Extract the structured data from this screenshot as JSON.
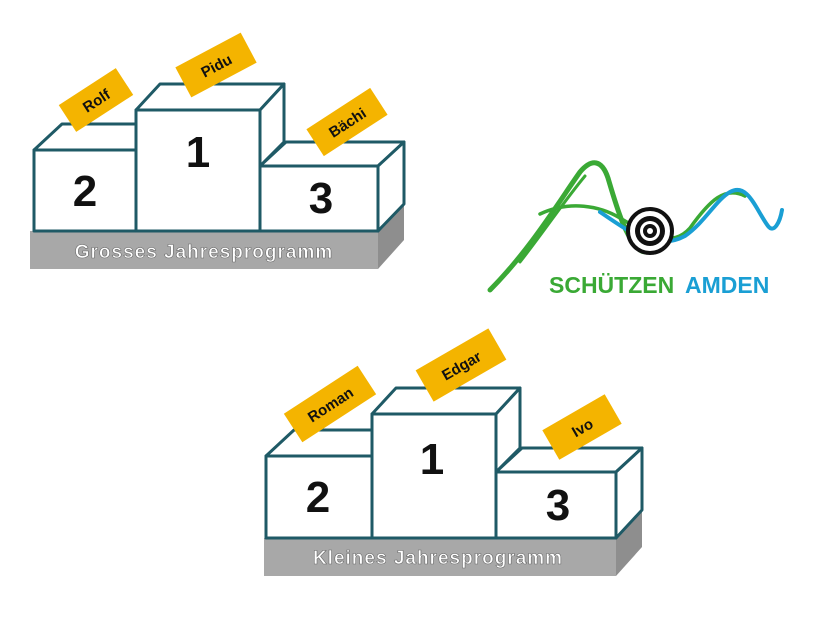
{
  "colors": {
    "outline": "#1f5a66",
    "tag_fill": "#f4b400",
    "plinth_fill": "#a8a8a8",
    "plinth_side": "#8e8e8e",
    "label_fill": "#ffffff",
    "logo_green": "#3aa935",
    "logo_blue": "#1a9fd4"
  },
  "podium_large": {
    "program_label": "Grosses Jahresprogramm",
    "ranks": {
      "first": "1",
      "second": "2",
      "third": "3"
    },
    "winners": {
      "first": "Pidu",
      "second": "Rolf",
      "third": "Bächi"
    }
  },
  "podium_small": {
    "program_label": "Kleines Jahresprogramm",
    "ranks": {
      "first": "1",
      "second": "2",
      "third": "3"
    },
    "winners": {
      "first": "Edgar",
      "second": "Roman",
      "third": "Ivo"
    }
  },
  "logo": {
    "word1": "SCHÜTZEN",
    "word2": "AMDEN",
    "icon": "target-icon"
  }
}
